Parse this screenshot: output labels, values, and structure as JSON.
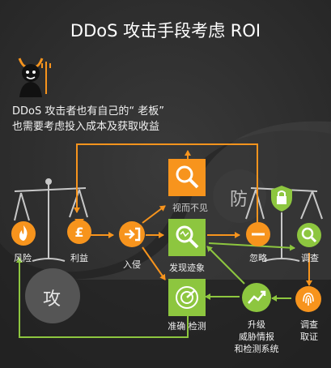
{
  "title": "DDoS 攻击手段考虑 ROI",
  "intro": {
    "line1": "DDoS 攻击者也有自己的“ 老板”",
    "line2": "也需要考虑投入成本及获取收益"
  },
  "zones": {
    "attack": "攻",
    "defense": "防"
  },
  "labels": {
    "risk": "风险",
    "profit": "利益",
    "intrusion": "入侵",
    "seems_invisible": "视而不见",
    "discover_trace": "发现迹象",
    "accurate_detection": "准确 检测",
    "ignore": "忽略",
    "investigate": "调查",
    "evidence_line1": "调查",
    "evidence_line2": "取证",
    "upgrade_line1": "升级",
    "upgrade_line2": "威胁情报",
    "upgrade_line3": "和检测系统"
  },
  "colors": {
    "background": "#2b2b2b",
    "orange": "#f7941d",
    "green": "#8dc63f",
    "light_circle": "#d9d9d9",
    "text": "#ffffff"
  },
  "icons": {
    "mascot": "devil-mascot-icon",
    "risk": "flame-icon",
    "profit": "pound-bag-icon",
    "intrusion": "enter-icon",
    "seems_invisible": "magnifier-icon",
    "discover_trace": "magnifier-data-icon",
    "accurate_detection": "radar-icon",
    "ignore": "minus-icon",
    "lock": "lock-shield-icon",
    "investigate": "magnifier-icon",
    "evidence": "fingerprint-icon",
    "upgrade": "chart-up-icon"
  }
}
